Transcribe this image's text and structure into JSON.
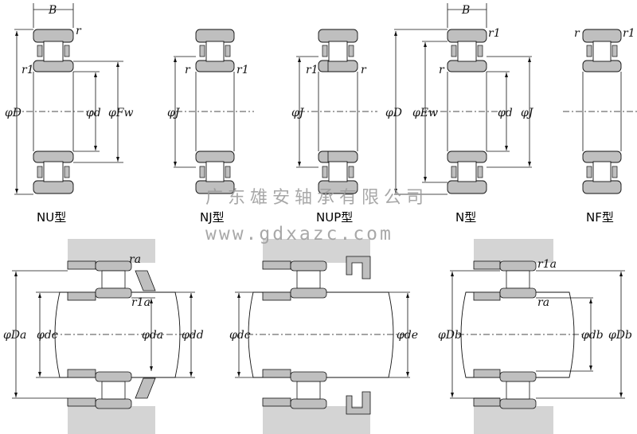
{
  "colors": {
    "ring": "#bfbfbf",
    "housing": "#d4d4d4",
    "line": "#111111",
    "watermark": "#9a9a9a"
  },
  "top_row": [
    {
      "type_label": "NU型",
      "labels": {
        "B": "B",
        "r": "r",
        "r1": "r1",
        "D": "φD",
        "d": "φd",
        "Fw": "φFw"
      }
    },
    {
      "type_label": "NJ型",
      "labels": {
        "r": "r",
        "r1": "r1",
        "J": "φJ"
      }
    },
    {
      "type_label": "NUP型",
      "labels": {
        "r1": "r1",
        "r": "r",
        "J": "φJ"
      }
    },
    {
      "type_label": "N型",
      "labels": {
        "B": "B",
        "r1": "r1",
        "r": "r",
        "D": "φD",
        "Ew": "φEw",
        "d": "φd",
        "J": "φJ"
      }
    },
    {
      "type_label": "NF型",
      "labels": {
        "r": "r",
        "r1": "r1"
      }
    }
  ],
  "bottom_row": [
    {
      "labels": {
        "ra": "ra",
        "r1a": "r1a",
        "Da": "φDa",
        "dc": "φdc",
        "da": "φda",
        "dd": "φdd"
      }
    },
    {
      "labels": {
        "dc": "φdc",
        "de": "φde"
      }
    },
    {
      "labels": {
        "r1a": "r1a",
        "ra": "ra",
        "Db": "φDb",
        "db": "φdb",
        "Db2": "φDb"
      }
    }
  ],
  "watermark": {
    "company": "广东雄安轴承有限公司",
    "url": "www.gdxazc.com"
  }
}
